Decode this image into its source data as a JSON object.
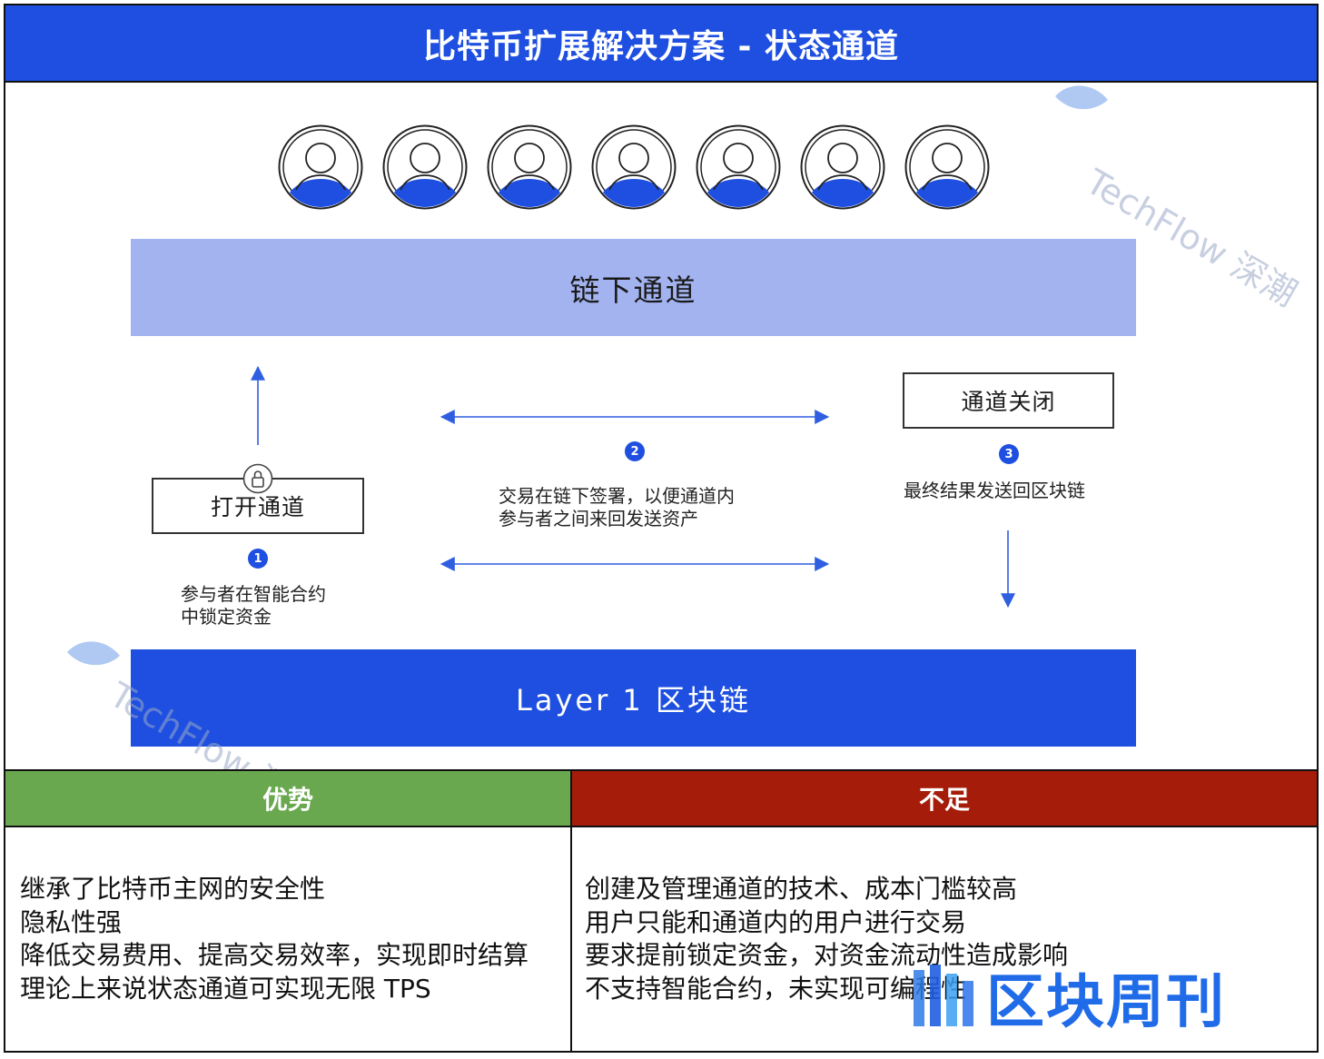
{
  "title": "比特币扩展解决方案 - 状态通道",
  "watermark_text": "TechFlow 深潮",
  "diagram": {
    "participant_count": 7,
    "offchain_label": "链下通道",
    "layer1_label": "Layer  1  区块链",
    "open_channel_label": "打开通道",
    "close_channel_label": "通道关闭",
    "steps": [
      {
        "num": "1",
        "lines": [
          "参与者在智能合约",
          "中锁定资金"
        ]
      },
      {
        "num": "2",
        "lines": [
          "交易在链下签署，以便通道内",
          "参与者之间来回发送资产"
        ]
      },
      {
        "num": "3",
        "lines": [
          "最终结果发送回区块链"
        ]
      }
    ]
  },
  "table": {
    "pros_header": "优势",
    "cons_header": "不足",
    "pros": [
      "继承了比特币主网的安全性",
      "隐私性强",
      "降低交易费用、提高交易效率，实现即时结算",
      "理论上来说状态通道可实现无限 TPS"
    ],
    "cons": [
      "创建及管理通道的技术、成本门槛较高",
      "用户只能和通道内的用户进行交易",
      "要求提前锁定资金，对资金流动性造成影响",
      "不支持智能合约，未实现可编程性"
    ]
  },
  "logo_text": "区块周刊",
  "colors": {
    "header_blue": "#1e4fe0",
    "offchain_fill": "#a3b3f0",
    "pros_green": "#6aa84f",
    "cons_red": "#a51c0a"
  }
}
